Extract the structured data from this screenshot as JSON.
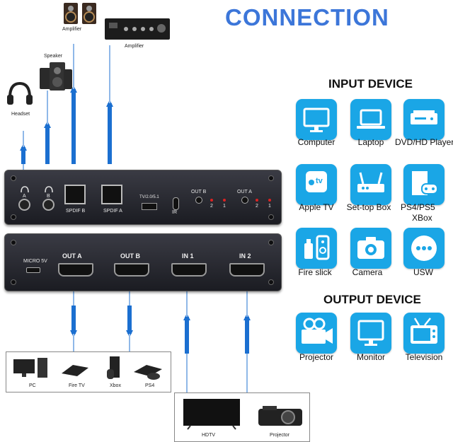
{
  "title": "CONNECTION",
  "input_section": {
    "heading": "INPUT DEVICE",
    "items": [
      {
        "label": "Computer",
        "icon": "monitor-icon"
      },
      {
        "label": "Laptop",
        "icon": "laptop-icon"
      },
      {
        "label": "DVD/HD Player",
        "icon": "dvd-player-icon"
      },
      {
        "label": "Apple TV",
        "icon": "apple-tv-icon",
        "badge": "tv"
      },
      {
        "label": "Set-top Box",
        "icon": "set-top-box-icon"
      },
      {
        "label": "PS4/PS5",
        "label2": "XBox",
        "icon": "game-console-icon"
      },
      {
        "label": "Fire slick",
        "icon": "fire-stick-icon"
      },
      {
        "label": "Camera",
        "icon": "camera-icon"
      },
      {
        "label": "USW",
        "icon": "more-dots-icon"
      }
    ]
  },
  "output_section": {
    "heading": "OUTPUT DEVICE",
    "items": [
      {
        "label": "Projector",
        "icon": "projector-icon"
      },
      {
        "label": "Monitor",
        "icon": "monitor-icon"
      },
      {
        "label": "Television",
        "icon": "television-icon"
      }
    ]
  },
  "audio_devices": {
    "amplifier_1": "Amplifier",
    "amplifier_2": "Amplifier",
    "speaker": "Speaker",
    "headset": "Headset"
  },
  "rear_panel": {
    "jack_a": "A",
    "jack_b": "B",
    "spdif_b": "SPDIF B",
    "spdif_a": "SPDIF A",
    "audio_mode": "TV/2.0/5.1",
    "ir": "IR",
    "out_b": "OUT B",
    "out_a": "OUT A",
    "led_b_2": "2",
    "led_b_1": "1",
    "led_a_2": "2",
    "led_a_1": "1"
  },
  "front_panel": {
    "power": "MICRO 5V",
    "ports": [
      "OUT A",
      "OUT B",
      "IN 1",
      "IN 2"
    ]
  },
  "outputs_bottom": [
    "PC",
    "Fire TV",
    "Xbox",
    "PS4"
  ],
  "sources_bottom": [
    "HDTV",
    "Projector"
  ],
  "colors": {
    "accent": "#3c76d9",
    "tile": "#1aa6e6",
    "arrow": "#1b6fd0",
    "device": "#26272e"
  }
}
